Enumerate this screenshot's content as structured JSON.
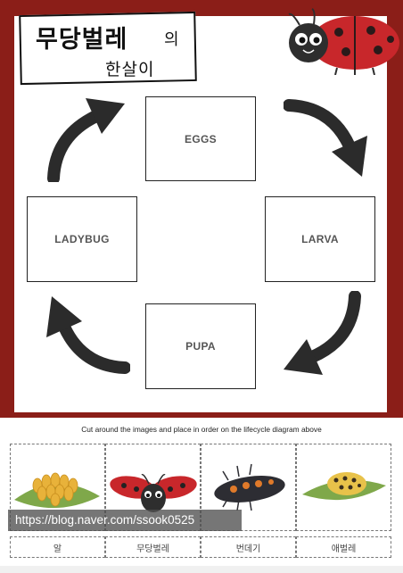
{
  "title": {
    "main": "무당벌레",
    "particle": "의",
    "sub": "한살이"
  },
  "stages": {
    "eggs": "EGGS",
    "larva": "LARVA",
    "pupa": "PUPA",
    "ladybug": "LADYBUG"
  },
  "instruction": "Cut around the images and place in order on the lifecycle diagram above",
  "cutouts": [
    {
      "label": "알",
      "image": "ladybug-eggs-on-leaf"
    },
    {
      "label": "무당벌레",
      "image": "ladybug-with-open-wings"
    },
    {
      "label": "번데기",
      "image": "ladybug-larva"
    },
    {
      "label": "애벌레",
      "image": "ladybug-pupa-on-leaf"
    }
  ],
  "watermark": "https://blog.naver.com/ssook0525",
  "colors": {
    "frame": "#8b1e18",
    "ladybug_red": "#c8272b",
    "arrow": "#2b2b2b",
    "egg_yellow": "#e8b23a",
    "leaf_green": "#7fa84a"
  }
}
